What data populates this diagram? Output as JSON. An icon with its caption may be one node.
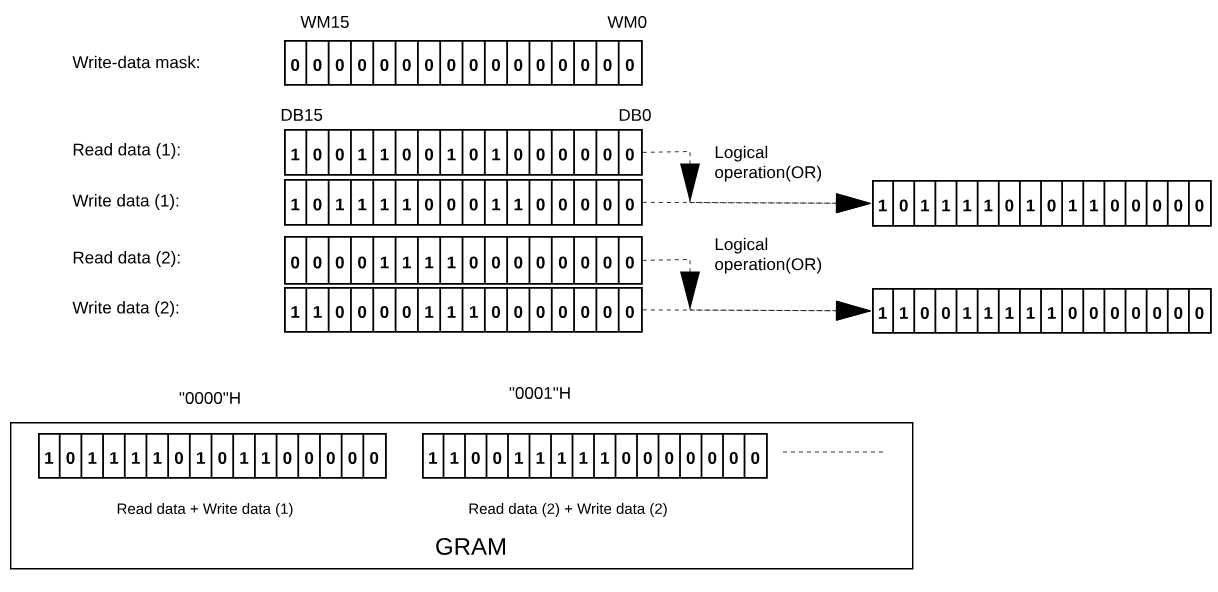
{
  "diagram": {
    "nodes": [
      {
        "text": [
          "0",
          "0",
          "0",
          "0",
          "0",
          "0",
          "0",
          "0",
          "0",
          "0",
          "0",
          "0",
          "0",
          "0",
          "0",
          "0"
        ]
      },
      {
        "text": [
          "1",
          "0",
          "0",
          "1",
          "1",
          "0",
          "0",
          "1",
          "0",
          "1",
          "0",
          "0",
          "0",
          "0",
          "0",
          "0"
        ]
      },
      {
        "text": [
          "1",
          "0",
          "1",
          "1",
          "1",
          "1",
          "0",
          "0",
          "0",
          "1",
          "1",
          "0",
          "0",
          "0",
          "0",
          "0"
        ]
      },
      {
        "text": [
          "0",
          "0",
          "0",
          "0",
          "1",
          "1",
          "1",
          "1",
          "0",
          "0",
          "0",
          "0",
          "0",
          "0",
          "0",
          "0"
        ]
      },
      {
        "text": [
          "1",
          "1",
          "0",
          "0",
          "0",
          "0",
          "1",
          "1",
          "1",
          "0",
          "0",
          "0",
          "0",
          "0",
          "0",
          "0"
        ]
      },
      {
        "text": [
          "1",
          "0",
          "1",
          "1",
          "1",
          "1",
          "0",
          "1",
          "0",
          "1",
          "1",
          "0",
          "0",
          "0",
          "0",
          "0"
        ]
      },
      {
        "text": [
          "1",
          "1",
          "0",
          "0",
          "1",
          "1",
          "1",
          "1",
          "1",
          "0",
          "0",
          "0",
          "0",
          "0",
          "0",
          "0"
        ]
      },
      {
        "text": [
          "GRAM"
        ]
      },
      {
        "text": [
          "1",
          "0",
          "1",
          "1",
          "1",
          "1",
          "0",
          "1",
          "0",
          "1",
          "1",
          "0",
          "0",
          "0",
          "0",
          "0"
        ],
        "in": 7
      },
      {
        "text": [
          "1",
          "1",
          "0",
          "0",
          "1",
          "1",
          "1",
          "1",
          "1",
          "0",
          "0",
          "0",
          "0",
          "0",
          "0",
          "0"
        ],
        "in": 7
      }
    ],
    "edges": [
      {
        "from": 1,
        "to": 5,
        "arrow": "to",
        "style": "dashed",
        "label": "Logical operation(OR)"
      },
      {
        "from": 2,
        "to": 5,
        "arrow": "to",
        "style": "dashed"
      },
      {
        "from": 3,
        "to": 6,
        "arrow": "to",
        "style": "dashed",
        "label": "Logical operation(OR)"
      },
      {
        "from": 4,
        "to": 6,
        "arrow": "to",
        "style": "dashed"
      }
    ],
    "labels": [
      "WM15",
      "WM0",
      "Write-data mask:",
      "DB15",
      "DB0",
      "Read data (1):",
      "Write data (1):",
      "Read data (2):",
      "Write data (2):",
      "\"0000\"H",
      "\"0001\"H",
      "Read data + Write data (1)",
      "Read data (2) + Write data (2)"
    ]
  }
}
